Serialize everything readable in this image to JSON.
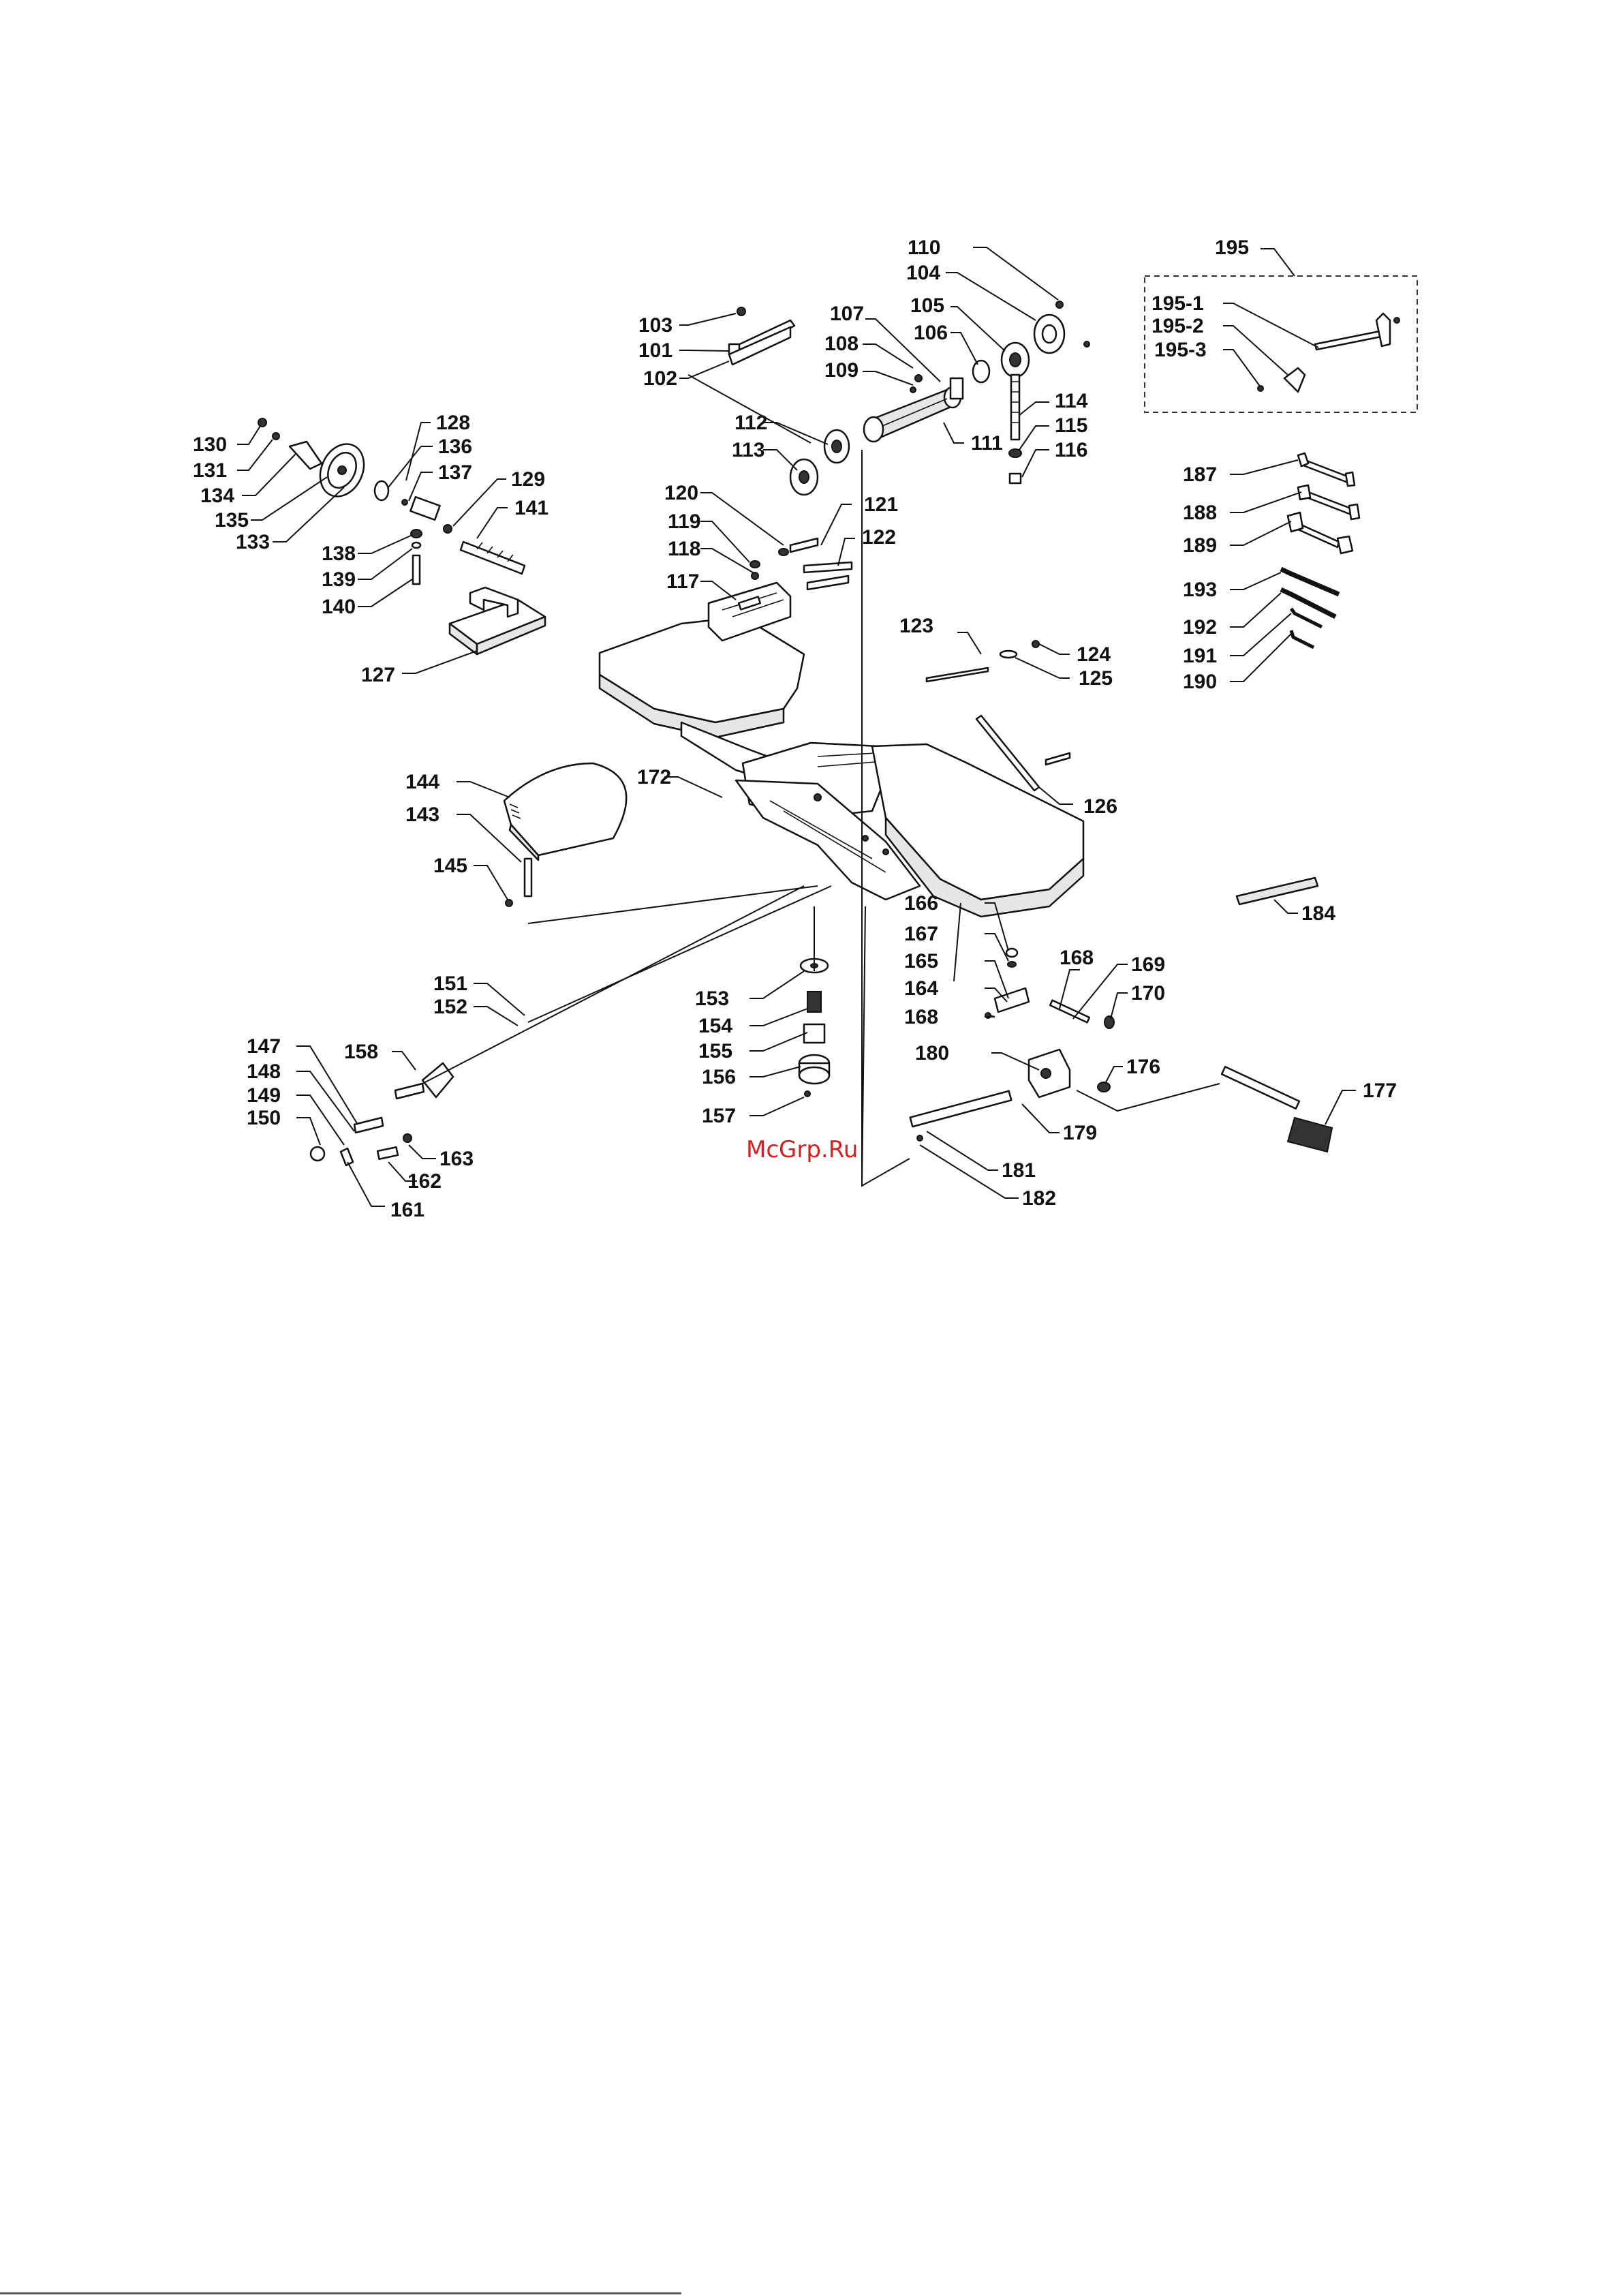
{
  "labels": {
    "l110": "110",
    "l104": "104",
    "l105": "105",
    "l106": "106",
    "l107": "107",
    "l108": "108",
    "l109": "109",
    "l103": "103",
    "l101": "101",
    "l102": "102",
    "l111": "111",
    "l112": "112",
    "l113": "113",
    "l114": "114",
    "l115": "115",
    "l116": "116",
    "l120": "120",
    "l119": "119",
    "l118": "118",
    "l117": "117",
    "l121": "121",
    "l122": "122",
    "l123": "123",
    "l124": "124",
    "l125": "125",
    "l126": "126",
    "l127": "127",
    "l128": "128",
    "l129": "129",
    "l130": "130",
    "l131": "131",
    "l133": "133",
    "l134": "134",
    "l135": "135",
    "l136": "136",
    "l137": "137",
    "l138": "138",
    "l139": "139",
    "l140": "140",
    "l141": "141",
    "l143": "143",
    "l144": "144",
    "l145": "145",
    "l147": "147",
    "l148": "148",
    "l149": "149",
    "l150": "150",
    "l151": "151",
    "l152": "152",
    "l153": "153",
    "l154": "154",
    "l155": "155",
    "l156": "156",
    "l157": "157",
    "l158": "158",
    "l161": "161",
    "l162": "162",
    "l163": "163",
    "l164": "164",
    "l165": "165",
    "l166": "166",
    "l167": "167",
    "l168a": "168",
    "l168b": "168",
    "l169": "169",
    "l170": "170",
    "l172": "172",
    "l176": "176",
    "l177": "177",
    "l179": "179",
    "l180": "180",
    "l181": "181",
    "l182": "182",
    "l184": "184",
    "l187": "187",
    "l188": "188",
    "l189": "189",
    "l190": "190",
    "l191": "191",
    "l192": "192",
    "l193": "193",
    "l195": "195",
    "l195_1": "195-1",
    "l195_2": "195-2",
    "l195_3": "195-3"
  },
  "watermark": "McGrp.Ru"
}
